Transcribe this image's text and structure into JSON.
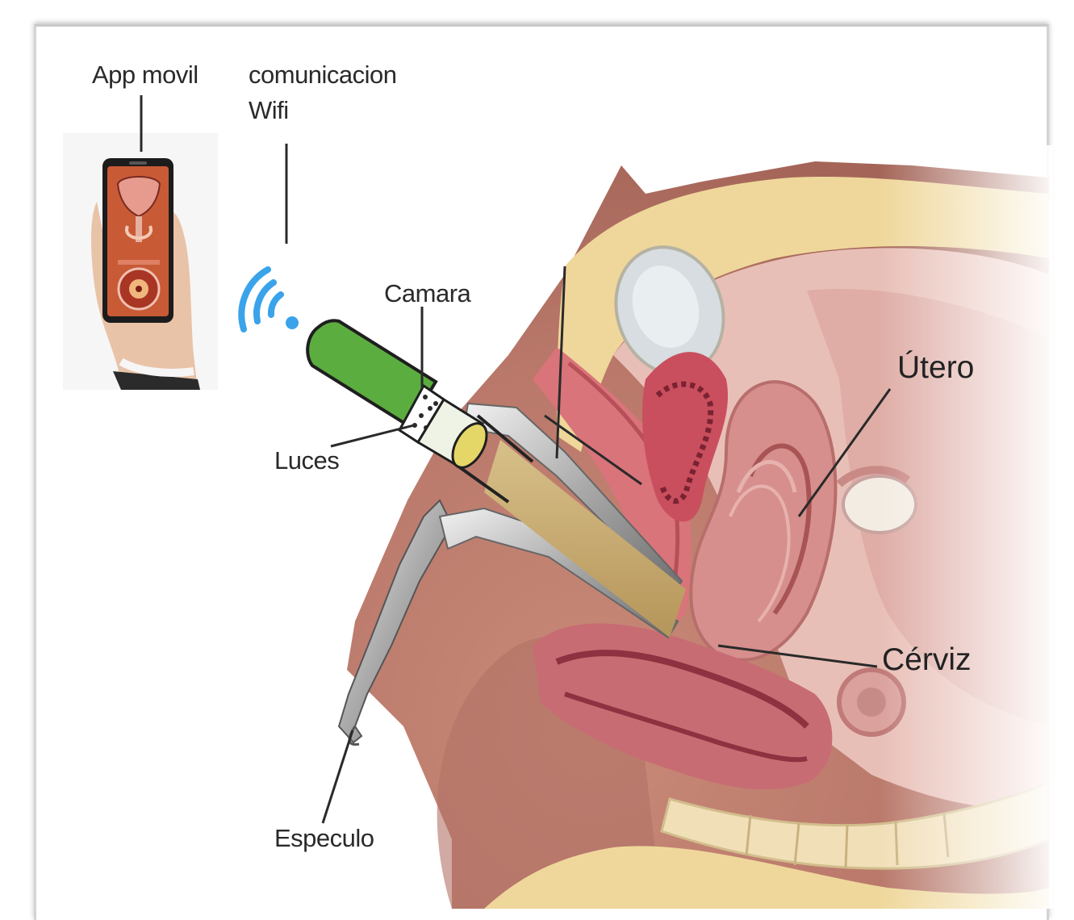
{
  "labels": {
    "app": "App movil",
    "wifi_line1": "comunicacion",
    "wifi_line2": "Wifi",
    "camera": "Camara",
    "lights": "Luces",
    "speculum": "Especulo",
    "uterus": "Útero",
    "cervix": "Cérviz"
  },
  "colors": {
    "wifi": "#3aa3ea",
    "camera_body": "#5cad3f",
    "lens": "#e5d668",
    "phone_screen": "#c85a36"
  }
}
